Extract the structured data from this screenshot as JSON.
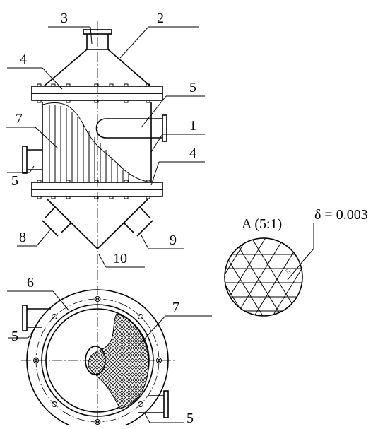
{
  "labels": {
    "l1": "1",
    "l2": "2",
    "l3": "3",
    "l4a": "4",
    "l4b": "4",
    "l5a": "5",
    "l5b": "5",
    "l5c": "5",
    "l5d": "5",
    "l6": "6",
    "l7a": "7",
    "l7b": "7",
    "l8": "8",
    "l9": "9",
    "l10": "10"
  },
  "detail": {
    "title": "A (5:1)",
    "delta_label": "δ = 0.003",
    "delta_symbol": "δ"
  }
}
